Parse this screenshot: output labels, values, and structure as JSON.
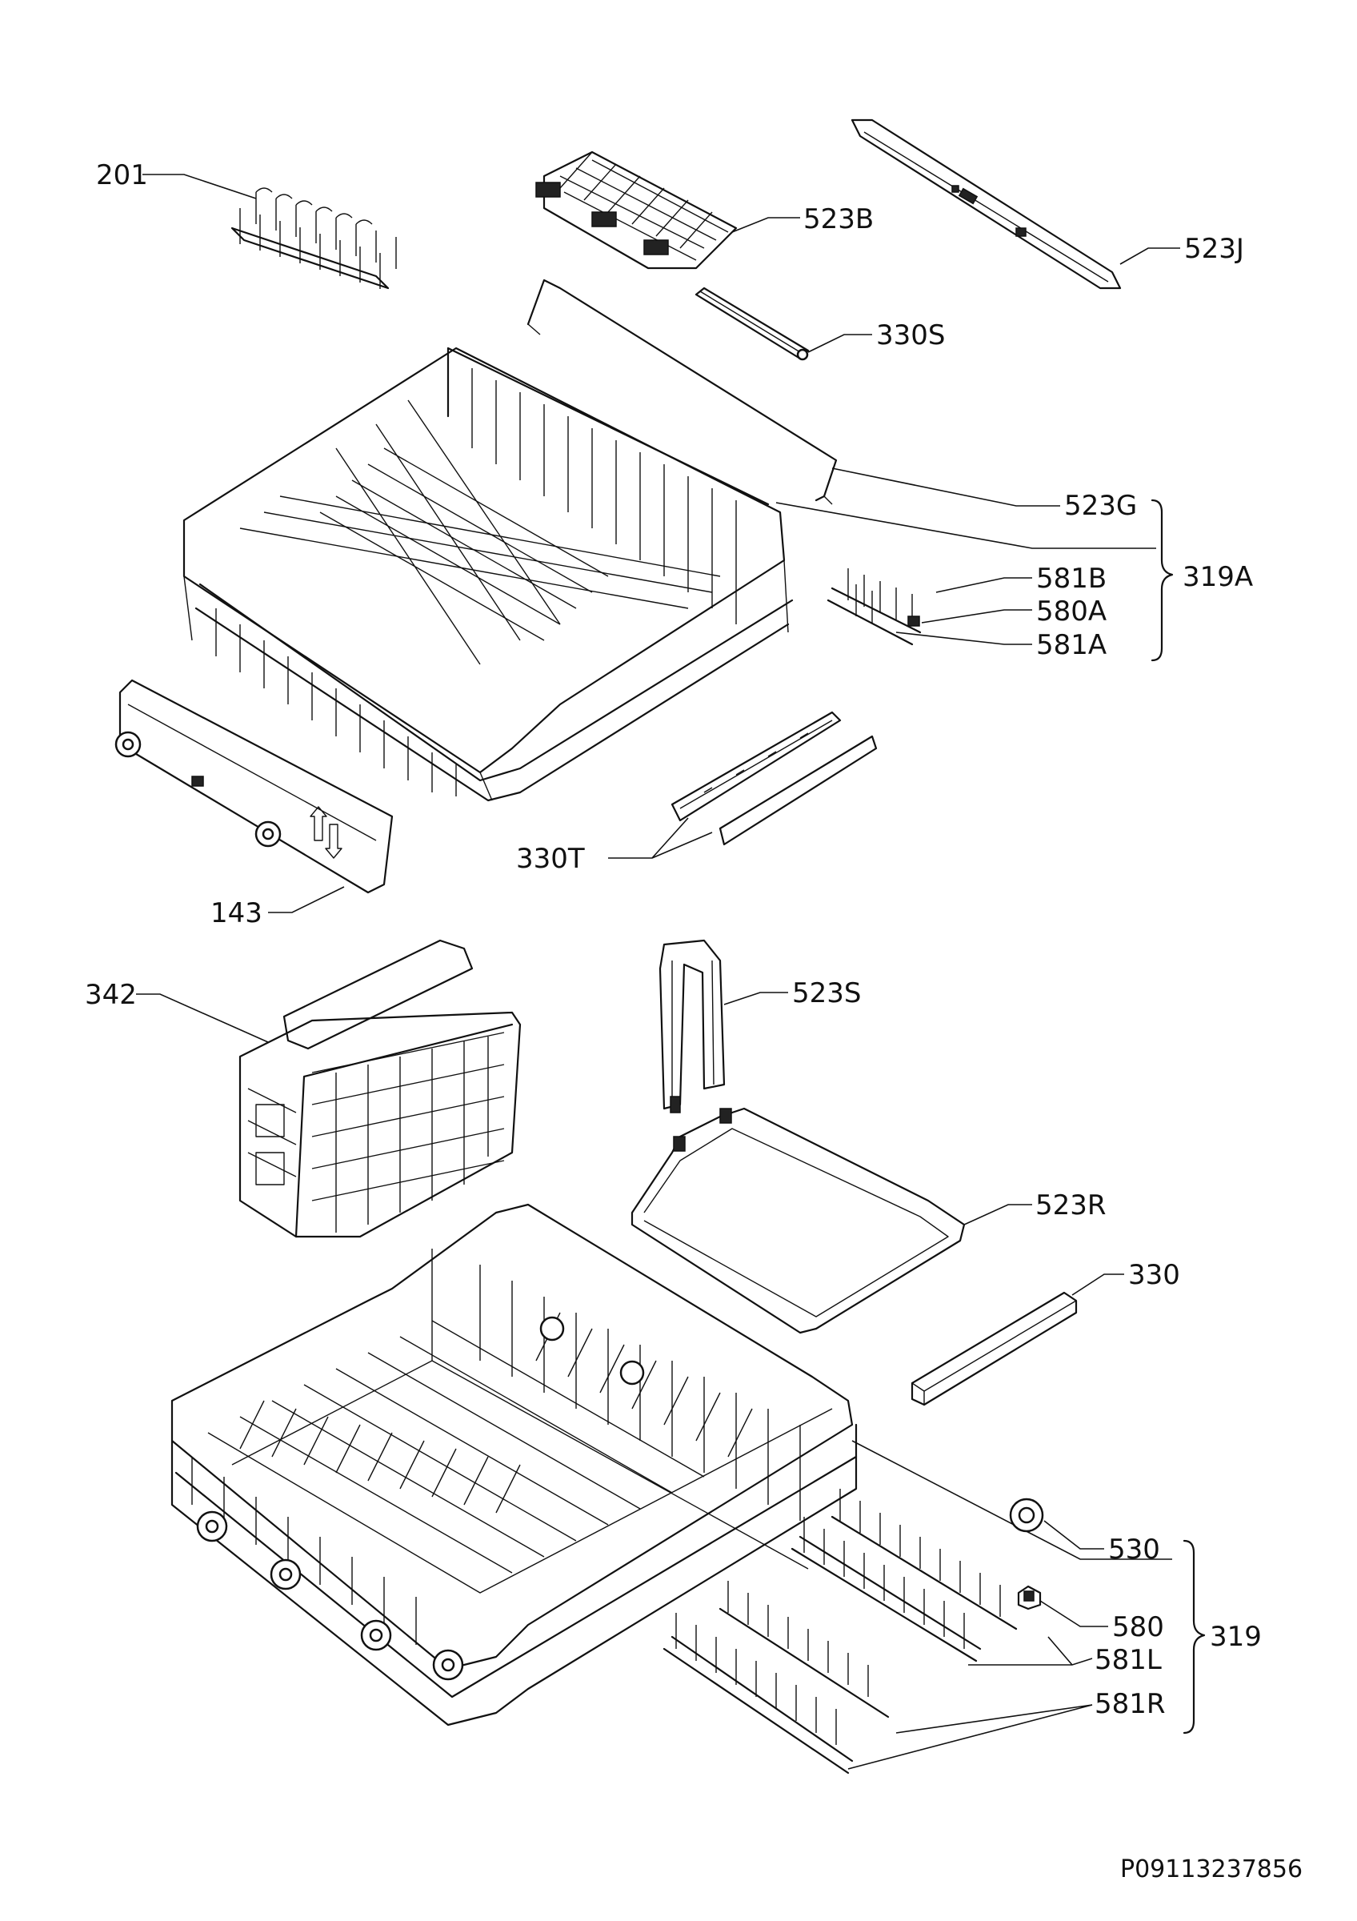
{
  "diagram": {
    "labels": {
      "l201": "201",
      "l523B": "523B",
      "l523J": "523J",
      "l330S": "330S",
      "l523G": "523G",
      "l581B": "581B",
      "l580A": "580A",
      "l581A": "581A",
      "l319A": "319A",
      "l330T": "330T",
      "l143": "143",
      "l342": "342",
      "l523S": "523S",
      "l523R": "523R",
      "l330": "330",
      "l530": "530",
      "l580": "580",
      "l581L": "581L",
      "l581R": "581R",
      "l319": "319"
    },
    "drawing_code": "P09113237856"
  }
}
